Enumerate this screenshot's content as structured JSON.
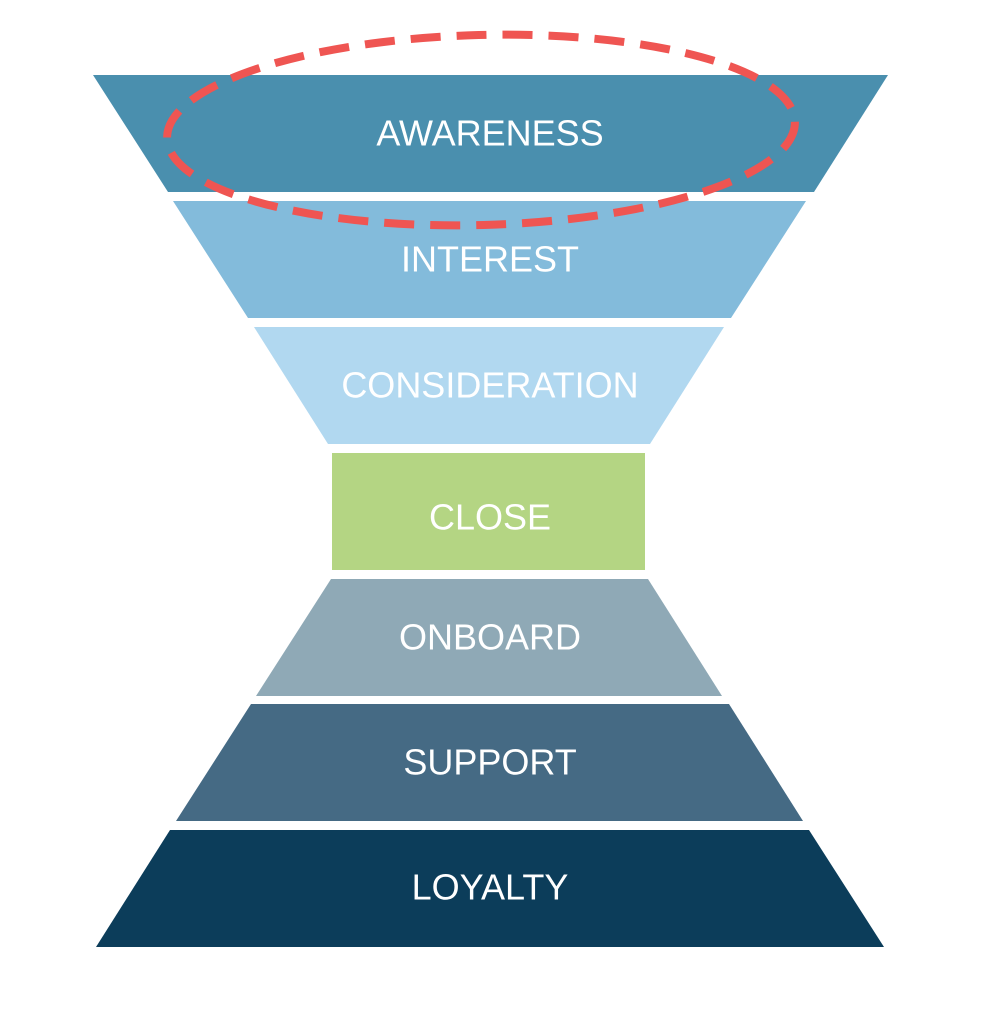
{
  "funnel": {
    "stages": [
      {
        "label": "AWARENESS",
        "color": "#4a8fae"
      },
      {
        "label": "INTEREST",
        "color": "#83bbdb"
      },
      {
        "label": "CONSIDERATION",
        "color": "#b1d8f0"
      },
      {
        "label": "CLOSE",
        "color": "#b4d583"
      },
      {
        "label": "ONBOARD",
        "color": "#8fa9b6"
      },
      {
        "label": "SUPPORT",
        "color": "#456a84"
      },
      {
        "label": "LOYALTY",
        "color": "#0c3d5a"
      }
    ],
    "highlight": {
      "stage": "AWARENESS",
      "color": "#ef5552"
    }
  }
}
